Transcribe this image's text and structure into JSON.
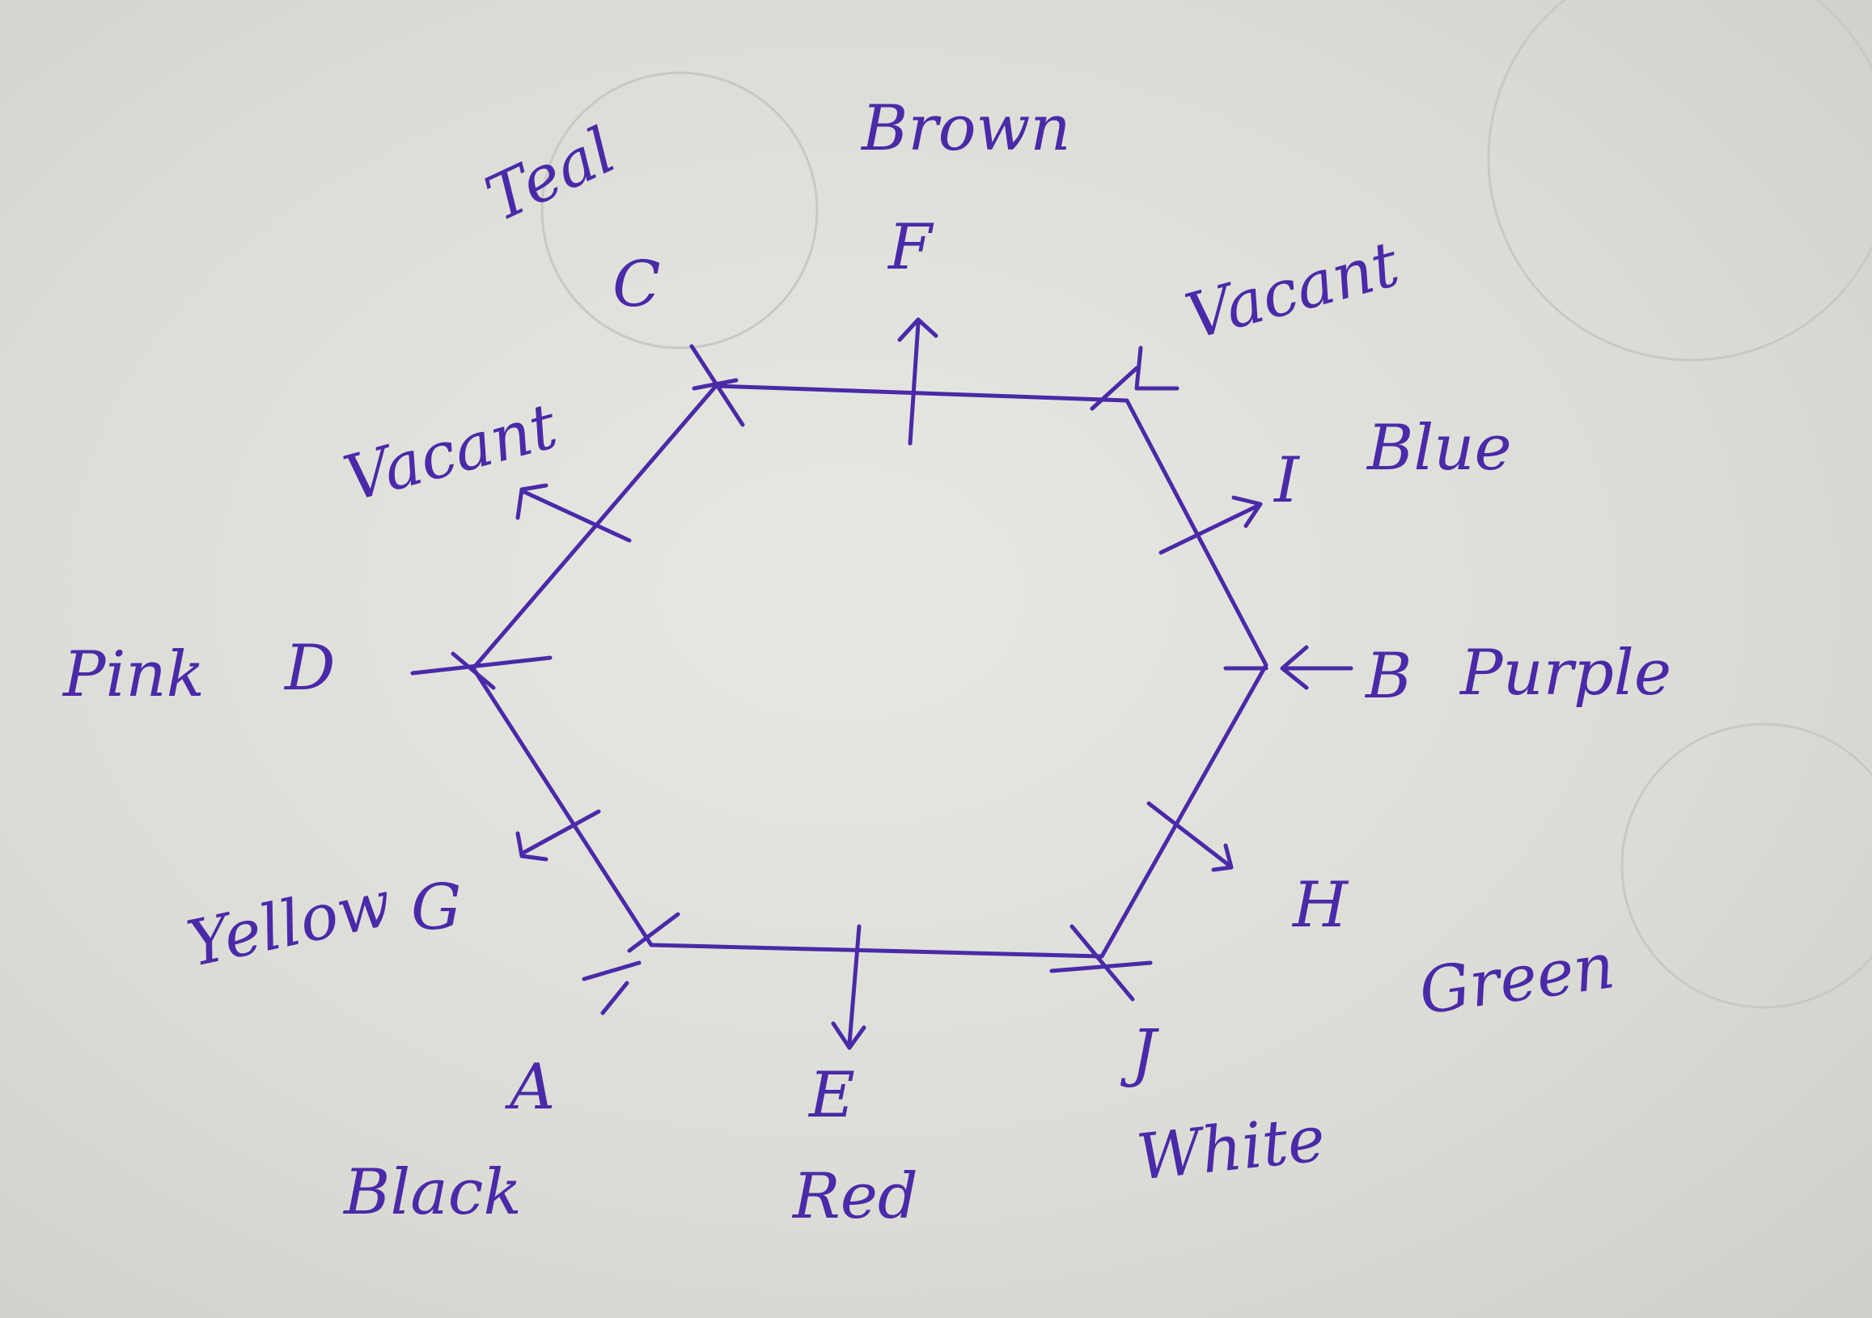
{
  "ink_color": "#4a2aa8",
  "paper_color": "#dcdcd6",
  "positions": {
    "A": {
      "letter": "A",
      "color": "Black"
    },
    "B": {
      "letter": "B",
      "color": "Purple"
    },
    "C": {
      "letter": "C",
      "color": "Teal"
    },
    "D": {
      "letter": "D",
      "color": "Pink"
    },
    "E": {
      "letter": "E",
      "color": "Red"
    },
    "F": {
      "letter": "F",
      "color": "Brown"
    },
    "G": {
      "letter": "G",
      "color": "Yellow"
    },
    "H": {
      "letter": "H",
      "color": "Green"
    },
    "I": {
      "letter": "I",
      "color": "Blue"
    },
    "J": {
      "letter": "J",
      "color": "White"
    },
    "vacant_top_right": "Vacant",
    "vacant_upper_left": "Vacant"
  }
}
